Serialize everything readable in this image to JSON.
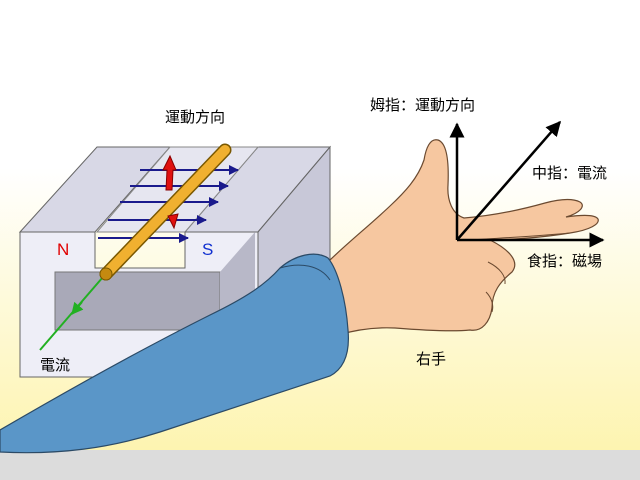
{
  "colors": {
    "background_top": "#ffffff",
    "background_bottom": "#fdf6b8",
    "bottom_band": "#dcdcdc",
    "magnet_face": "#eeeef7",
    "magnet_inner": "#a9a9b8",
    "north_pole": "#e00000",
    "south_pole": "#1030d0",
    "field_lines": "#1a1a8c",
    "rod": "#f0b030",
    "rod_outline": "#7a5800",
    "motion_arrow": "#e01010",
    "current_line": "#22b022",
    "skin": "#f6c7a0",
    "sleeve": "#5a96c8"
  },
  "magnet": {
    "north_label": "N",
    "south_label": "S"
  },
  "labels": {
    "motion_direction": "運動方向",
    "current": "電流",
    "thumb": "姆指：運動方向",
    "middle_finger": "中指：電流",
    "index_finger": "食指：磁場",
    "right_hand": "右手"
  },
  "icons": {
    "motion_arrow": "red-arrow-icon",
    "field_arrow": "blue-arrow-icon",
    "axis_arrow": "black-arrow-icon"
  }
}
